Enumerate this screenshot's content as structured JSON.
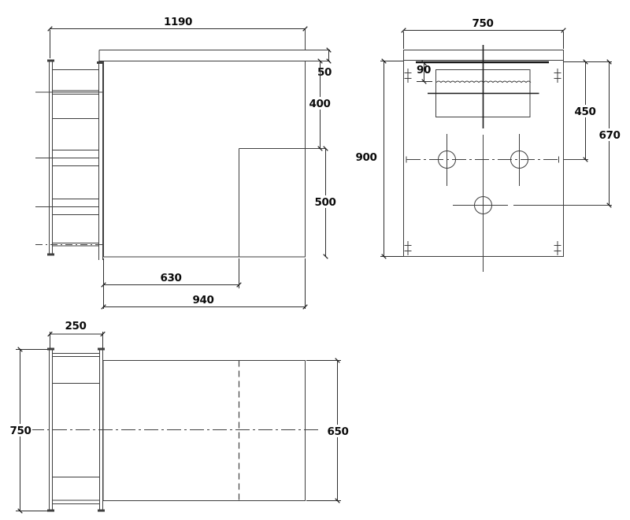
{
  "colors": {
    "background": "#ffffff",
    "line": "#3f3f3f",
    "dark_line": "#1c1c1c",
    "text": "#0a0a0a"
  },
  "views": {
    "side": {
      "name": "side-view",
      "dims": {
        "overall_width": "1190",
        "top_plate": "50",
        "upper_section": "400",
        "lower_section": "500",
        "inner_width": "630",
        "base_width": "940"
      }
    },
    "front": {
      "name": "front-view",
      "dims": {
        "width": "750",
        "inset_depth": "90",
        "bolt_row_drop": "450",
        "outlet_drop": "670",
        "height": "900"
      }
    },
    "plan": {
      "name": "plan-view",
      "dims": {
        "flange_width": "250",
        "overall_height": "750",
        "body_height": "650"
      }
    }
  }
}
